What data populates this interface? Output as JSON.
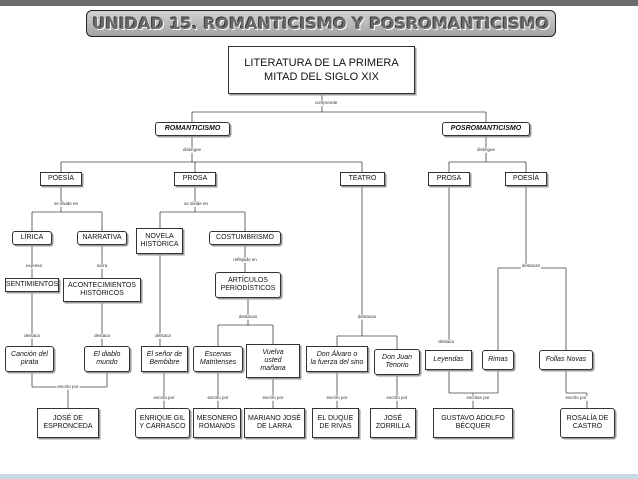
{
  "title": "UNIDAD 15. ROMANTICISMO Y POSROMANTICISMO",
  "nodes": {
    "root": "LITERATURA DE LA PRIMERA\nMITAD DEL SIGLO XIX",
    "romanticismo": "ROMANTICISMO",
    "posromanticismo": "POSROMANTICISMO",
    "poesia_rom": "POESÍA",
    "prosa_rom": "PROSA",
    "teatro": "TEATRO",
    "prosa_pos": "PROSA",
    "poesia_pos": "POESÍA",
    "lirica": "LÍRICA",
    "narrativa": "NARRATIVA",
    "novela_historica": "NOVELA\nHISTÓRICA",
    "costumbrismo": "COSTUMBRISMO",
    "sentimientos": "SENTIMIENTOS",
    "acontecimientos": "ACONTECIMIENTOS\nHISTÓRICOS",
    "articulos": "ARTÍCULOS\nPERIODÍSTICOS",
    "cancion_pirata": "Canción del\npirata",
    "diablo_mundo": "El diablo\nmundo",
    "senor_bembibre": "El señor de\nBembibre",
    "escenas_matritenses": "Escenas\nMatritenses",
    "vuelva_manana": "Vuelva\nusted\nmañana",
    "don_alvaro": "Don Álvaro o\nla fuerza del sino",
    "don_juan": "Don Juan\nTenorio",
    "leyendas": "Leyendas",
    "rimas": "Rimas",
    "follas_novas": "Follas Novas",
    "espronceda": "JOSÉ DE\nESPRONCEDA",
    "gil_carrasco": "ENRIQUE GIL\nY CARRASCO",
    "mesonero": "MESONERO\nROMANOS",
    "larra": "MARIANO JOSÉ\nDE LARRA",
    "duque_rivas": "EL DUQUE\nDE RIVAS",
    "zorrilla": "JOSÉ\nZORRILLA",
    "becquer": "GUSTAVO ADOLFO\nBÉCQUER",
    "rosalia": "ROSALÍA DE\nCASTRO"
  },
  "labels": {
    "comprende": "comprende",
    "distingue_rom": "distingue",
    "distingue_pos": "distingue",
    "se_divide_en_poesia": "se divide en",
    "se_divide_en_prosa": "se divide en",
    "expresa": "expresa",
    "narra": "narra",
    "reflejado_en": "reflejado en",
    "destacan_articulos": "destacan",
    "destacan_teatro": "destacan",
    "destacan_poesia_pos": "destacan",
    "destaca_prosa_pos": "destaca",
    "destaca_sentimientos": "destaca",
    "destaca_acontecimientos": "destaca",
    "destaca_novela": "destaca",
    "escrito_por_espronceda": "escrito por",
    "escrita_por_gil": "escrita por",
    "escrito_por_mesonero": "escrito por",
    "escrito_por_larra": "escrito por",
    "escrito_por_rivas": "escrito por",
    "escrito_por_zorrilla": "escrito por",
    "escritas_por_becquer": "escritas por",
    "escrito_por_rosalia": "escrito por"
  }
}
